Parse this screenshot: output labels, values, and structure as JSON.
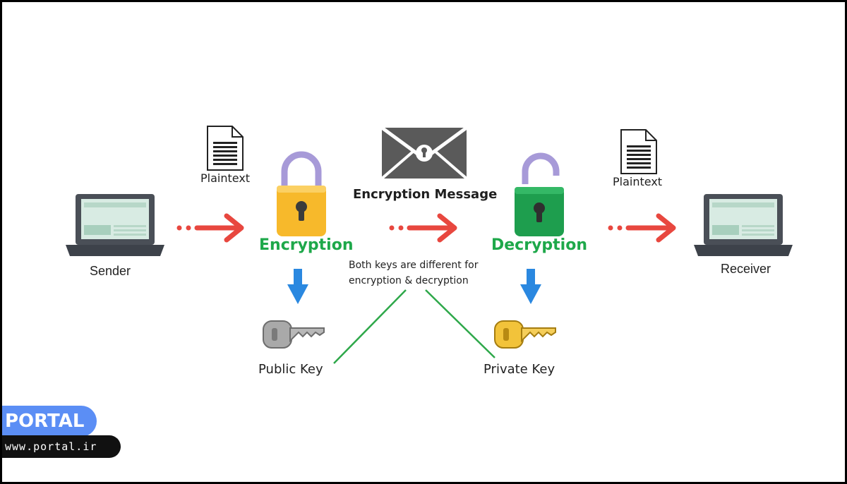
{
  "nodes": {
    "sender": "Sender",
    "receiver": "Receiver"
  },
  "plaintext_left": "Plaintext",
  "plaintext_right": "Plaintext",
  "encryption": "Encryption",
  "decryption": "Decryption",
  "message": "Encryption Message",
  "note_line1": "Both keys are different for",
  "note_line2": "encryption & decryption",
  "public_key": "Public Key",
  "private_key": "Private Key",
  "brand": {
    "name": "PORTAL",
    "url": "www.portal.ir"
  },
  "colors": {
    "arrow_red": "#e8473f",
    "step_green": "#1ea84a",
    "lock_yellow": "#f7b92b",
    "lock_green": "#1e9e4e",
    "key_arrow_blue": "#2a88e0",
    "connector_green": "#2ea84a",
    "brand_blue": "#5b8ef5"
  }
}
